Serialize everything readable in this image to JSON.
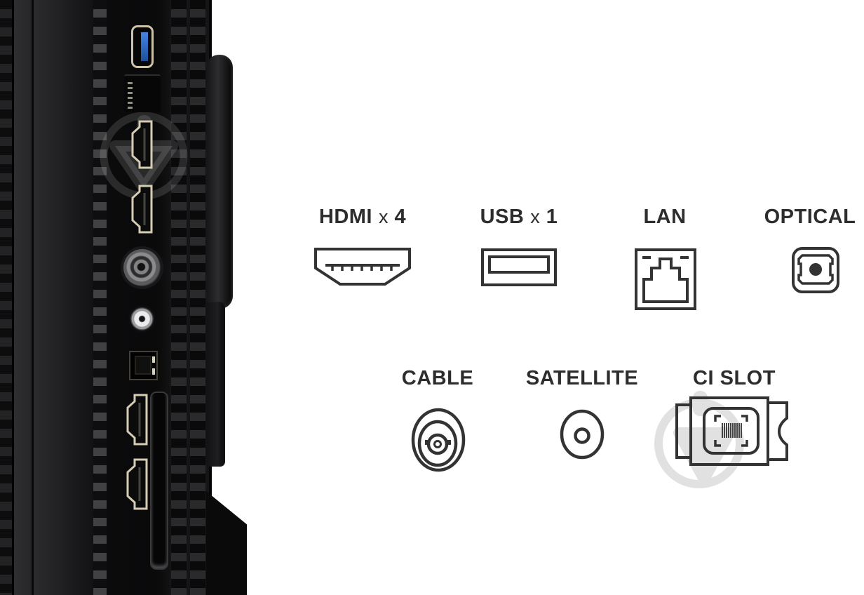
{
  "background": "#ffffff",
  "diagram": {
    "stroke_color": "#333333",
    "label_color": "#2d2d2d",
    "items": [
      {
        "icon": "hdmi-port-icon",
        "name": "HDMI",
        "times": "x",
        "count": "4"
      },
      {
        "icon": "usb-port-icon",
        "name": "USB",
        "times": "x",
        "count": "1"
      },
      {
        "icon": "lan-port-icon",
        "name": "LAN",
        "times": "",
        "count": ""
      },
      {
        "icon": "optical-port-icon",
        "name": "OPTICAL",
        "times": "",
        "count": ""
      },
      {
        "icon": "cable-port-icon",
        "name": "CABLE",
        "times": "",
        "count": ""
      },
      {
        "icon": "satellite-port-icon",
        "name": "SATELLITE",
        "times": "",
        "count": ""
      },
      {
        "icon": "ci-slot-icon",
        "name": "CI SLOT",
        "times": "",
        "count": ""
      }
    ]
  },
  "photo": {
    "description_ports": [
      "usb",
      "lan",
      "hdmi",
      "hdmi",
      "antenna-coax",
      "satellite-f-connector",
      "optical",
      "hdmi",
      "hdmi",
      "ci-card-slot"
    ],
    "usb_blue": "#2f6fd0",
    "hdmi_outline": "#d6ccb4",
    "panel_black": "#0b0b0c"
  },
  "watermark": {
    "color_on_white": "#e1e1e1",
    "color_on_black": "rgba(255,255,255,0.13)"
  }
}
